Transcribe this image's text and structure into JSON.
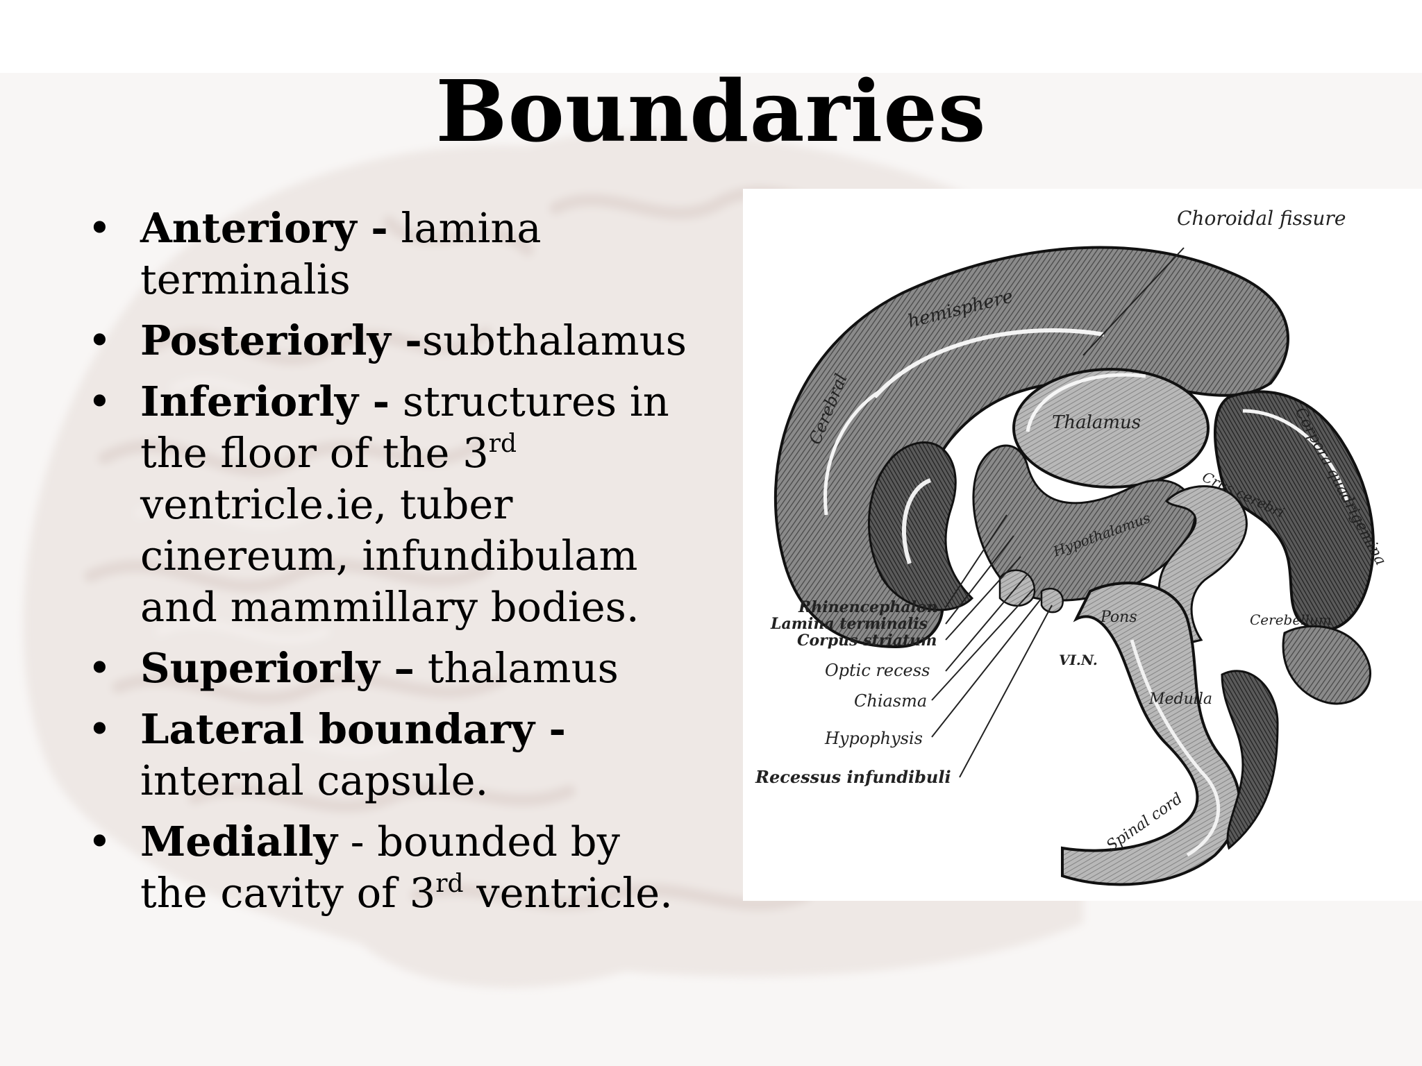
{
  "slide": {
    "title": "Boundaries",
    "bullets": [
      {
        "bold": "Anteriory -",
        "rest_parts": [
          " lamina terminalis"
        ]
      },
      {
        "bold": "Posteriorly -",
        "rest_parts": [
          "subthalamus"
        ]
      },
      {
        "bold": "Inferiorly -",
        "rest_parts": [
          " structures in the floor of the 3",
          "rd",
          " ventricle.ie, tuber cinereum, infundibulam and mammillary bodies."
        ]
      },
      {
        "bold": "Superiorly –",
        "rest_parts": [
          " thalamus"
        ]
      },
      {
        "bold": "Lateral boundary -",
        "rest_parts": [
          " internal capsule."
        ]
      },
      {
        "bold": "Medially",
        "rest_parts": [
          " - bounded by the cavity of 3",
          "rd",
          " ventricle."
        ]
      }
    ],
    "bullet_glyph": "•"
  },
  "figure": {
    "labels": {
      "choroidal_fissure": "Choroidal fissure",
      "hemisphere": "hemisphere",
      "cerebral": "Cerebral",
      "thalamus": "Thalamus",
      "corpora_quadrigemina": "Corpora quadrigemina",
      "crus_cerebri": "Crus cerebri",
      "hypothalamus": "Hypothalamus",
      "rhinencephalon": "Rhinencephalon",
      "lamina_terminalis": "Lamina terminalis",
      "corpus_striatum": "Corpus striatum",
      "optic_recess": "Optic recess",
      "chiasma": "Chiasma",
      "hypophysis": "Hypophysis",
      "recessus_infundibuli": "Recessus infundibuli",
      "pons": "Pons",
      "cerebellum": "Cerebellum",
      "vi_n": "VI.N.",
      "medulla": "Medulla",
      "spinal_cord": "Spinal cord"
    }
  },
  "colors": {
    "background": "#ffffff",
    "brain_watermark": "#ede6e3",
    "text": "#000000"
  }
}
